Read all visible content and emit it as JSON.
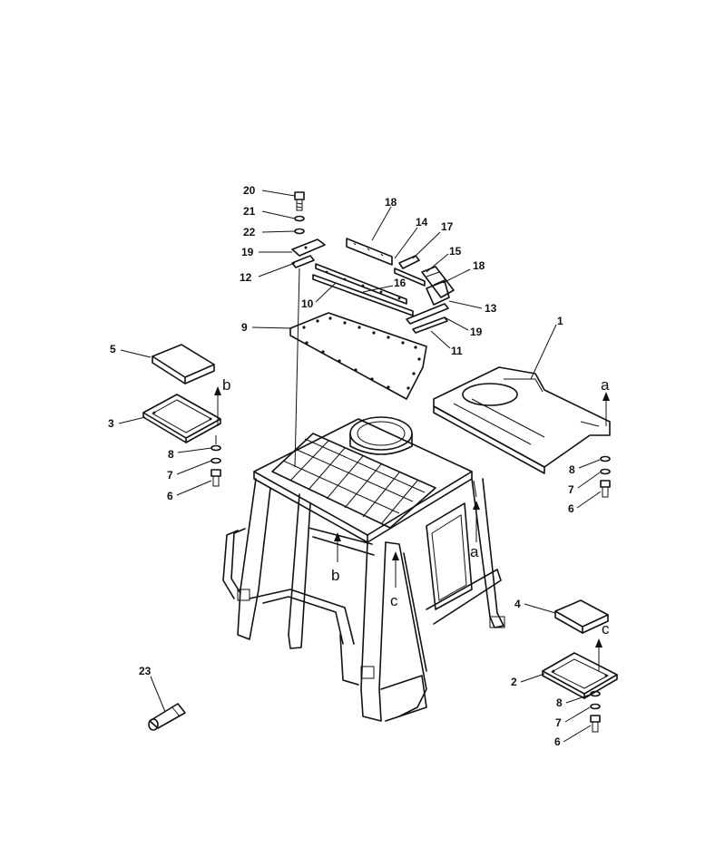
{
  "callouts": {
    "p20": "20",
    "p21": "21",
    "p22": "22",
    "p19a": "19",
    "p12": "12",
    "p18a": "18",
    "p14": "14",
    "p17": "17",
    "p15": "15",
    "p18b": "18",
    "p16": "16",
    "p10": "10",
    "p13": "13",
    "p19b": "19",
    "p11": "11",
    "p9": "9",
    "p1": "1",
    "p5": "5",
    "p3": "3",
    "p8a": "8",
    "p7a": "7",
    "p6a": "6",
    "p8b": "8",
    "p7b": "7",
    "p6b": "6",
    "p4": "4",
    "p2": "2",
    "p8c": "8",
    "p7c": "7",
    "p6c": "6",
    "p23": "23"
  },
  "arrow_letters": {
    "a_top": "a",
    "a_frame": "a",
    "b_top": "b",
    "b_frame": "b",
    "c_top": "c",
    "c_frame": "c"
  }
}
